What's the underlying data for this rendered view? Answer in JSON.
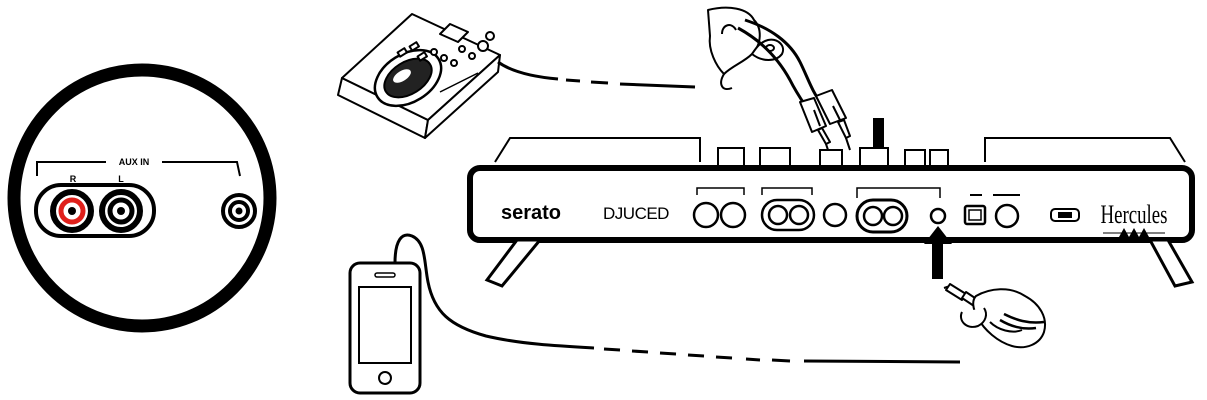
{
  "zoom_panel": {
    "aux_in_label": "AUX IN",
    "right_label": "R",
    "left_label": "L"
  },
  "controller": {
    "brand_serato": "serato",
    "brand_djuced": "DJUCED",
    "brand_hercules": "Hercules"
  },
  "colors": {
    "line": "#000000",
    "rca_red": "#e0201b",
    "background": "#ffffff"
  },
  "icons": {
    "cd_player": "cd-player-icon",
    "smartphone": "smartphone-icon",
    "rca_cable_hand": "rca-cable-hand-icon",
    "jack_hand": "mini-jack-hand-icon"
  }
}
